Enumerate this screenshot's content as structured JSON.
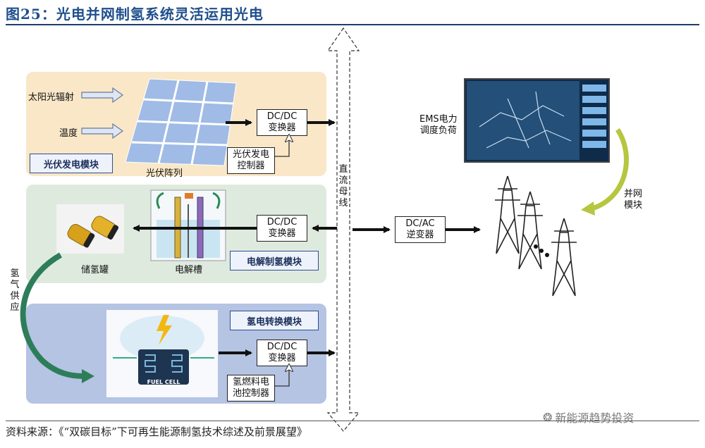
{
  "title": "图25：光电并网制氢系统灵活运用光电",
  "source": "资料来源：《“双碳目标”下可再生能源制氢技术综述及前景展望》",
  "watermark": "新能源趋势投资",
  "pv_module": {
    "tag": "光伏发电模块",
    "input_solar": "太阳光辐射",
    "input_temp": "温度",
    "array_label": "光伏阵列",
    "converter": [
      "DC/DC",
      "变换器"
    ],
    "controller": [
      "光伏发电",
      "控制器"
    ]
  },
  "electrolysis_module": {
    "tag": "电解制氢模块",
    "tank_label": "储氢罐",
    "cell_label": "电解槽",
    "converter": [
      "DC/DC",
      "变换器"
    ]
  },
  "fuelcell_module": {
    "tag": "氢电转换模块",
    "fuel_cell_text": "FUEL CELL",
    "converter": [
      "DC/DC",
      "变换器"
    ],
    "controller": [
      "氢燃料电",
      "池控制器"
    ]
  },
  "bus": {
    "label": [
      "直",
      "流",
      "母",
      "线"
    ]
  },
  "inverter": [
    "DC/AC",
    "逆变器"
  ],
  "ems": [
    "EMS电力",
    "调度负荷"
  ],
  "grid": [
    "并网",
    "模块"
  ],
  "h2_supply": [
    "氢",
    "气",
    "供",
    "应"
  ]
}
